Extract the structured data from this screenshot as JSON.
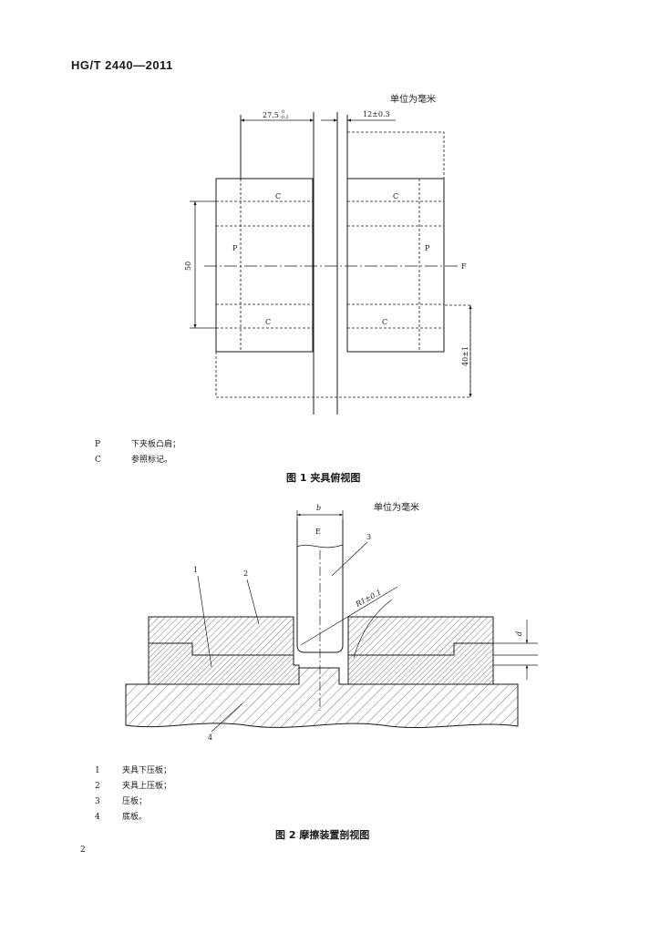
{
  "header": {
    "standard_number": "HG/T 2440—2011"
  },
  "figure1": {
    "unit_note": "单位为毫米",
    "dims": {
      "width_a": "27.5",
      "tol_a_upper": "0",
      "tol_a_lower": "-0.2",
      "gap": "12±0.3",
      "height": "50",
      "offset": "40±1"
    },
    "labels": {
      "c": "C",
      "p": "P",
      "f": "F"
    },
    "legend": [
      {
        "key": "P",
        "text": "下夹板凸肩；"
      },
      {
        "key": "C",
        "text": "参照标记。"
      }
    ],
    "caption": "图 1   夹具俯视图"
  },
  "figure2": {
    "unit_note": "单位为毫米",
    "labels": {
      "b": "b",
      "e": "E",
      "n1": "1",
      "n2": "2",
      "n3": "3",
      "n4": "4",
      "radius": "R1±0.1",
      "d": "d"
    },
    "legend": [
      {
        "key": "1",
        "text": "夹具下压板；"
      },
      {
        "key": "2",
        "text": "夹具上压板；"
      },
      {
        "key": "3",
        "text": "压板；"
      },
      {
        "key": "4",
        "text": "底板。"
      }
    ],
    "caption": "图 2   摩擦装置剖视图"
  },
  "footer": {
    "page_number": "2"
  }
}
